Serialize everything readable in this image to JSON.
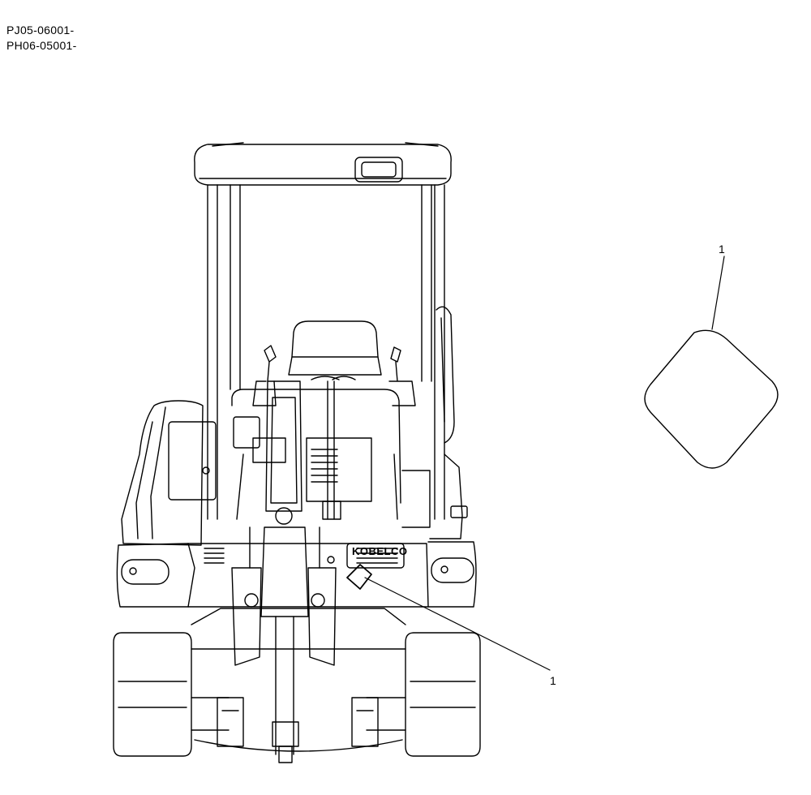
{
  "header": {
    "serial_lines": [
      "PJ05-06001-",
      "PH06-05001-"
    ]
  },
  "machine": {
    "brand_label": "KOBELCO"
  },
  "callouts": [
    {
      "id": "machine-label-callout",
      "number": "1"
    },
    {
      "id": "detail-label-callout",
      "number": "1"
    }
  ]
}
